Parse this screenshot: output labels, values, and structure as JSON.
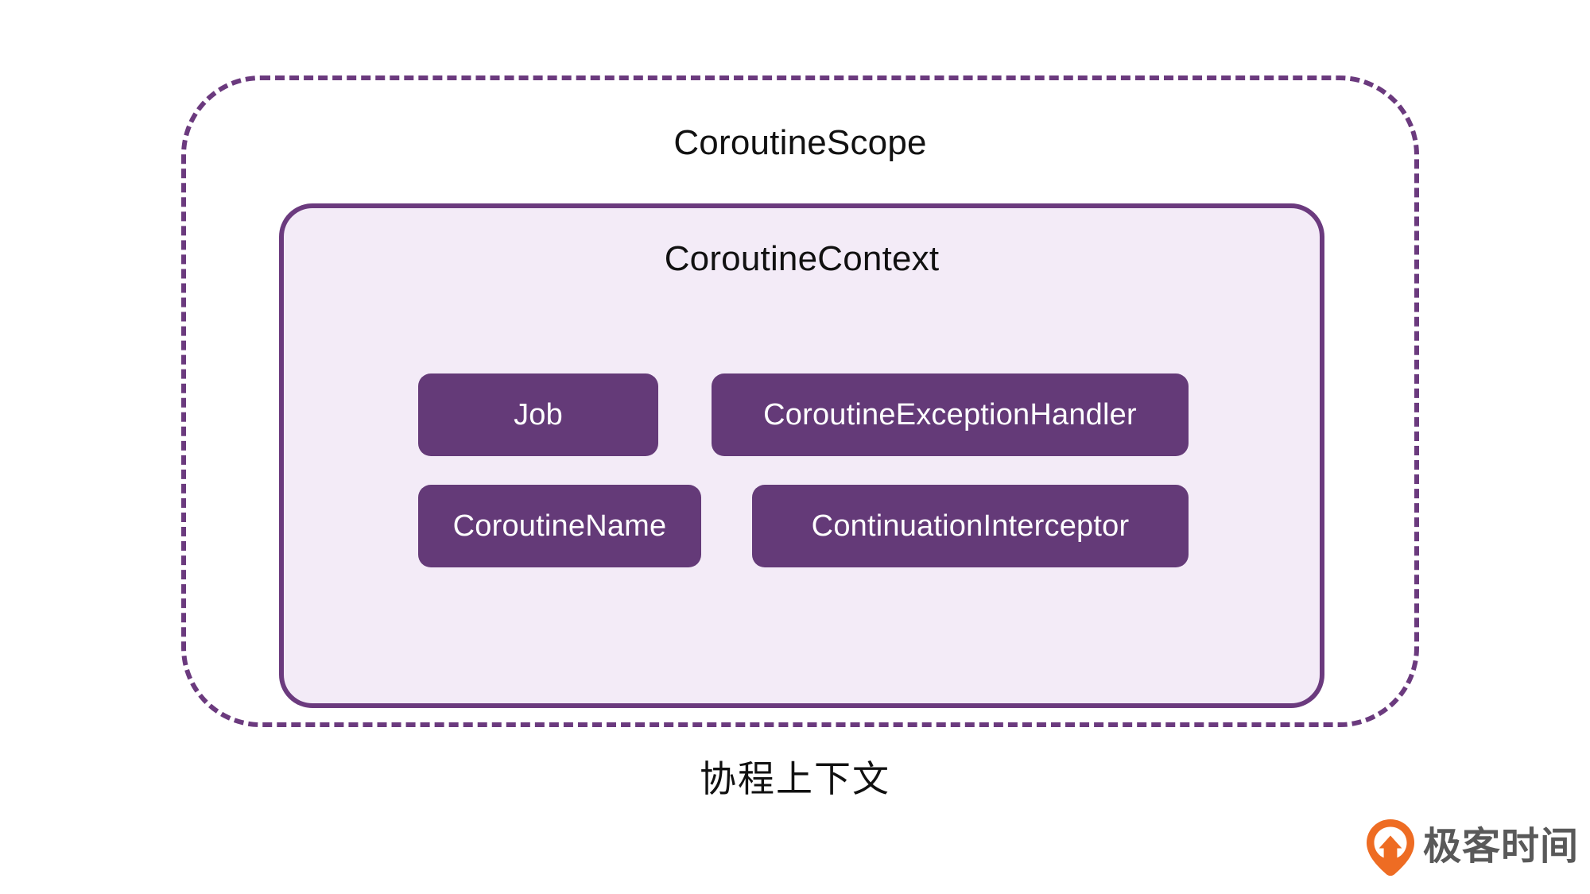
{
  "diagram": {
    "scope": {
      "title": "CoroutineScope",
      "border_style": "dashed",
      "border_color": "#6B3A7E"
    },
    "context": {
      "title": "CoroutineContext",
      "border_style": "solid",
      "border_color": "#6B3A7E",
      "fill_color": "#F3EBF7"
    },
    "elements": [
      {
        "label": "Job"
      },
      {
        "label": "CoroutineExceptionHandler"
      },
      {
        "label": "CoroutineName"
      },
      {
        "label": "ContinuationInterceptor"
      }
    ],
    "element_fill_color": "#643A78",
    "element_text_color": "#FFFFFF"
  },
  "caption": "协程上下文",
  "brand": {
    "name": "极客时间",
    "mark_icon": "geektime-pin-logo-icon",
    "mark_color": "#EE6C23",
    "text_color": "#595959"
  }
}
